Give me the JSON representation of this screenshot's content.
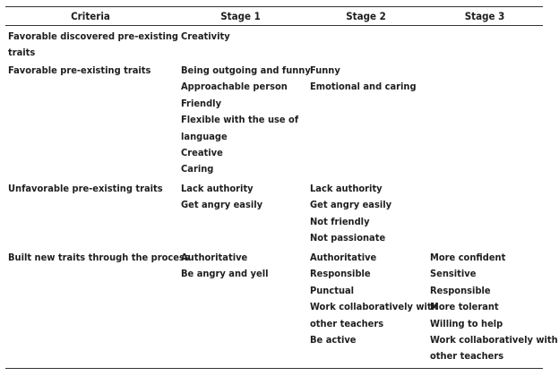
{
  "header": {
    "criteria": "Criteria",
    "stage1": "Stage 1",
    "stage2": "Stage 2",
    "stage3": "Stage 3"
  },
  "rows": [
    {
      "criteria": [
        "Favorable discovered pre-existing",
        "traits"
      ],
      "stage1": [
        "Creativity"
      ],
      "stage2": [],
      "stage3": []
    },
    {
      "criteria": [
        "Favorable pre-existing traits"
      ],
      "stage1": [
        "Being outgoing and funny",
        "Approachable person",
        "Friendly",
        "Flexible with the use of",
        "language",
        "Creative",
        "Caring"
      ],
      "stage2": [
        "Funny",
        "Emotional and caring"
      ],
      "stage3": []
    },
    {
      "criteria": [
        "Unfavorable pre-existing traits"
      ],
      "stage1": [
        "Lack authority",
        "Get angry easily"
      ],
      "stage2": [
        "Lack authority",
        "Get angry easily",
        "Not friendly",
        "Not passionate"
      ],
      "stage3": []
    },
    {
      "criteria": [
        "Built new traits through the process"
      ],
      "stage1": [
        "Authoritative",
        "Be angry and yell"
      ],
      "stage2": [
        "Authoritative",
        "Responsible",
        "Punctual",
        "Work collaboratively with",
        "other teachers",
        "Be active"
      ],
      "stage3": [
        "More confident",
        "Sensitive",
        "Responsible",
        "More tolerant",
        "Willing to help",
        "Work collaboratively with",
        "other teachers"
      ]
    }
  ]
}
